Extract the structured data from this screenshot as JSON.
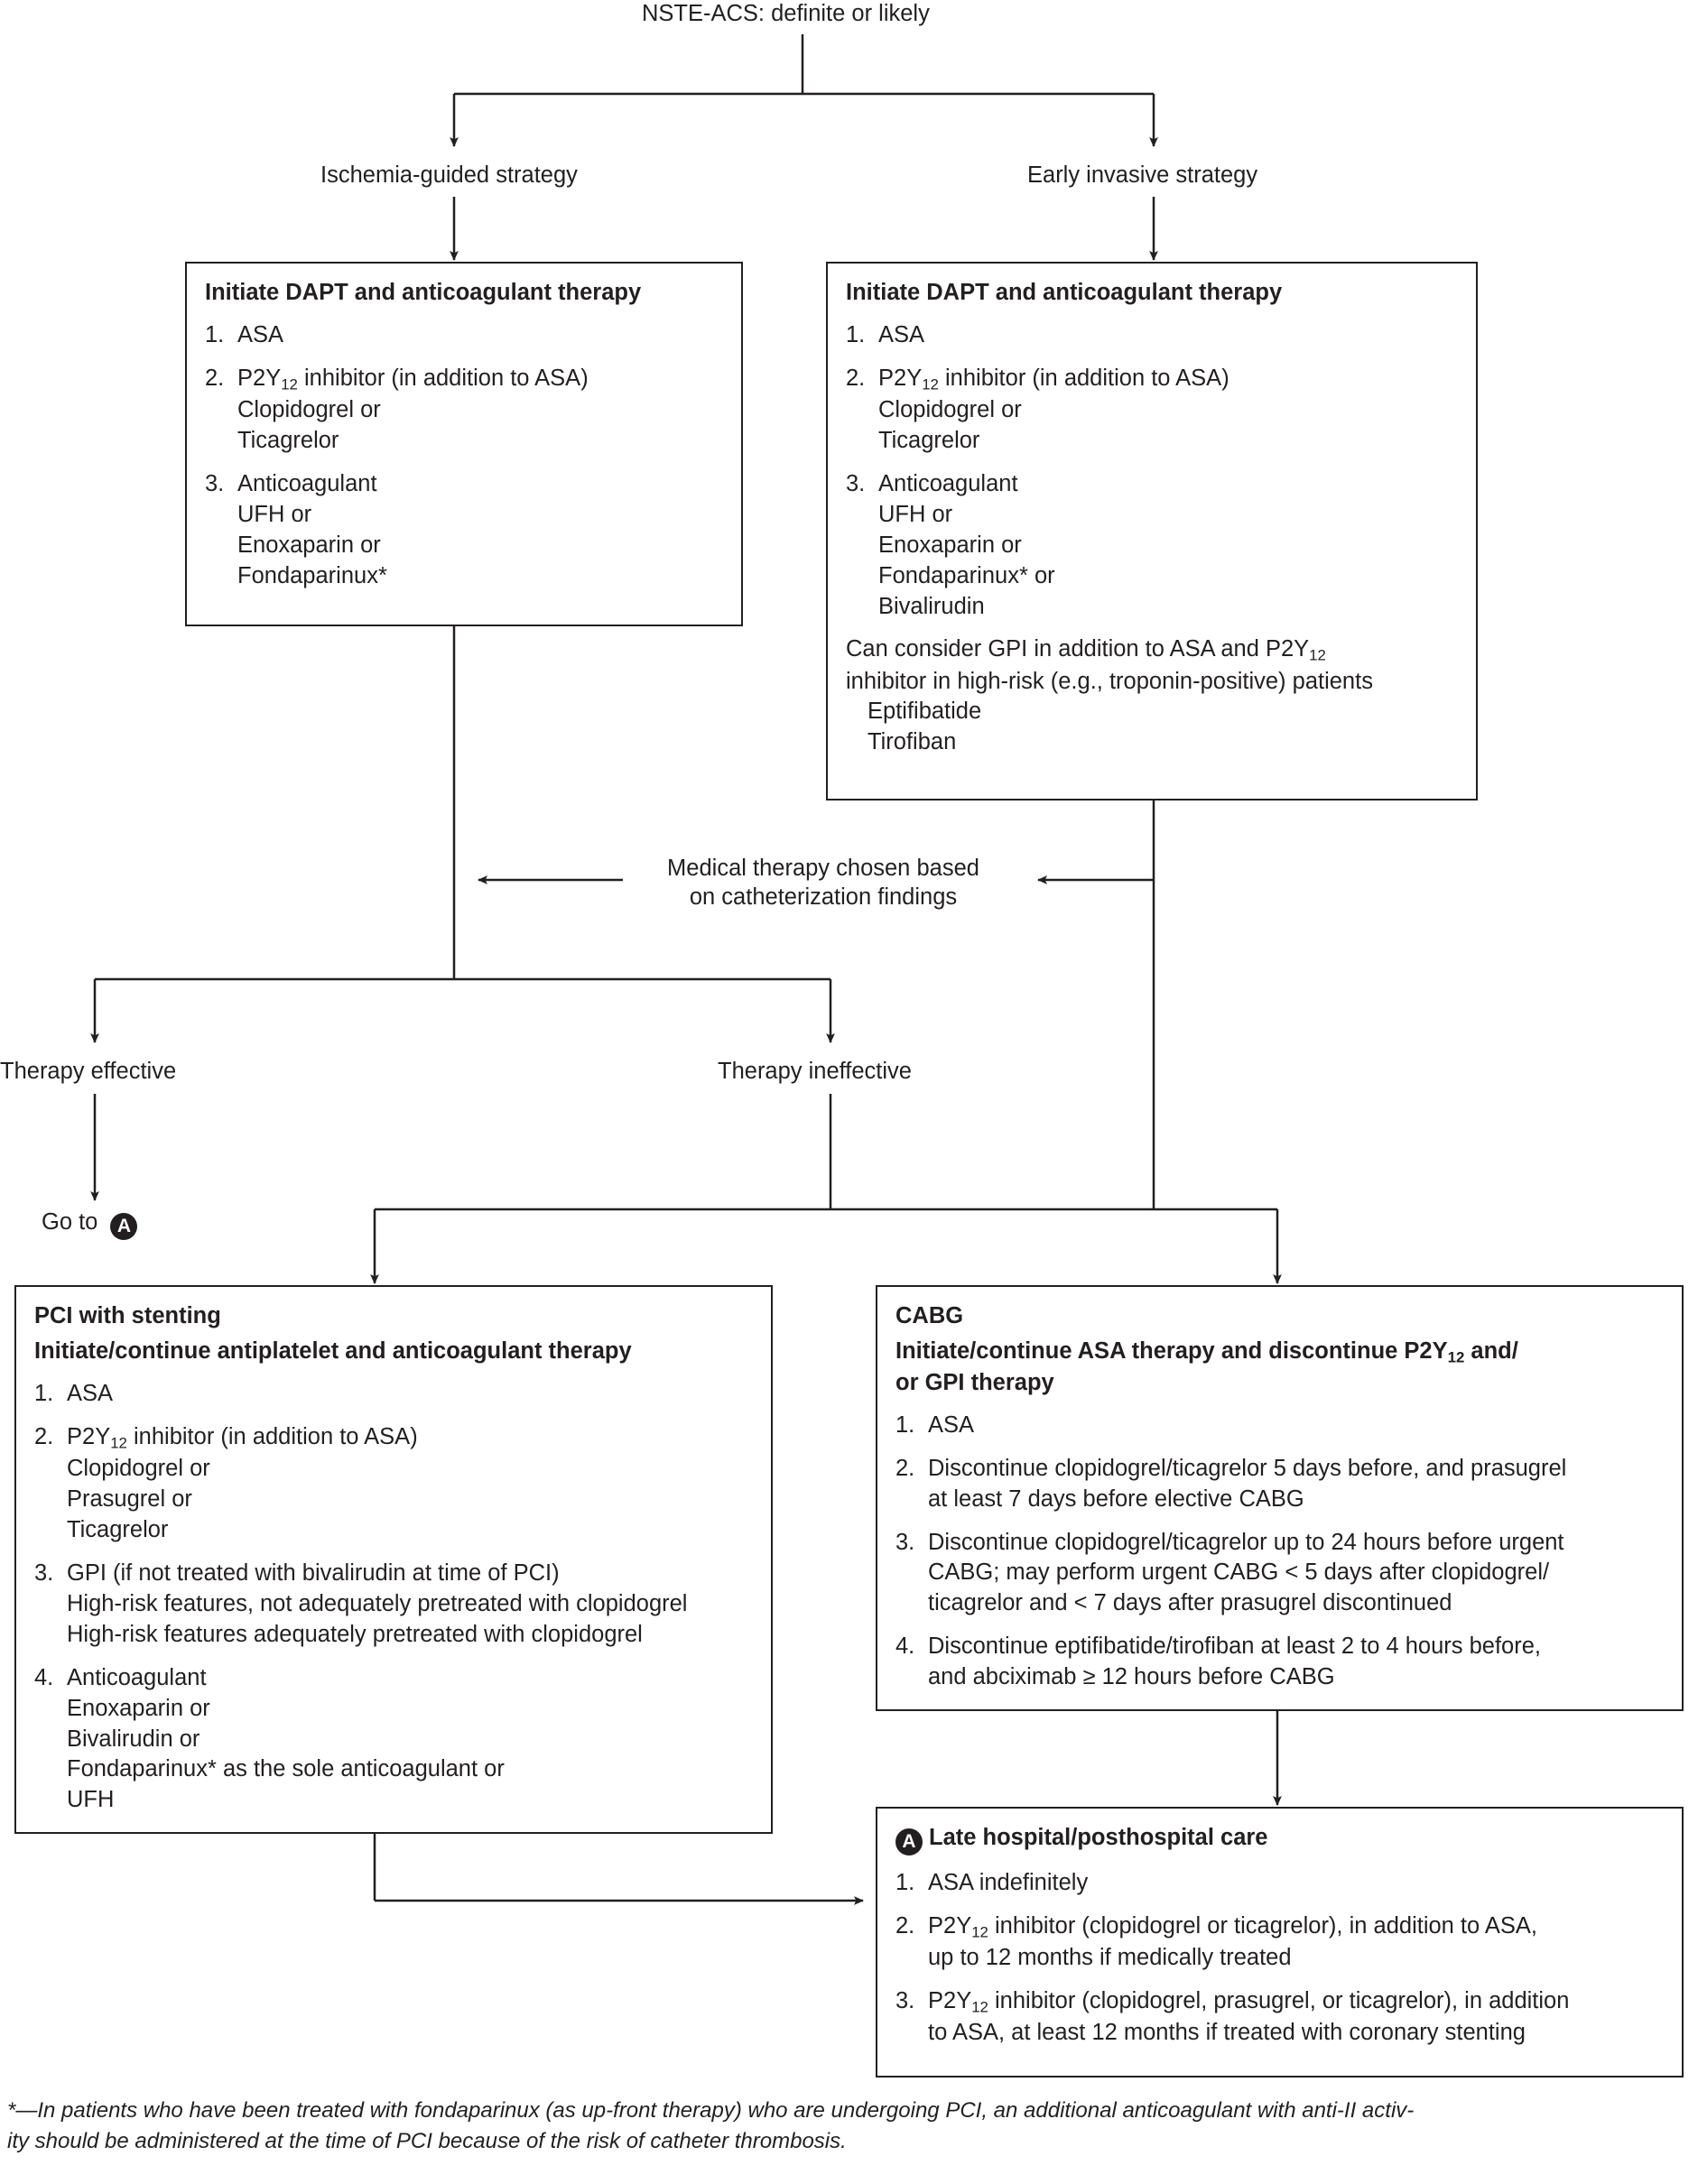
{
  "title": "NSTE-ACS: definite or likely",
  "branches": {
    "left_label": "Ischemia-guided strategy",
    "right_label": "Early invasive strategy"
  },
  "box_left": {
    "header": "Initiate DAPT and anticoagulant therapy",
    "items": [
      {
        "num": "1.",
        "text": "ASA",
        "subs": []
      },
      {
        "num": "2.",
        "text": "P2Y12 inhibitor (in addition to ASA)",
        "subs": [
          "Clopidogrel or",
          "Ticagrelor"
        ]
      },
      {
        "num": "3.",
        "text": "Anticoagulant",
        "subs": [
          "UFH or",
          "Enoxaparin or",
          "Fondaparinux*"
        ]
      }
    ]
  },
  "box_right": {
    "header": "Initiate DAPT and anticoagulant therapy",
    "items": [
      {
        "num": "1.",
        "text": "ASA",
        "subs": []
      },
      {
        "num": "2.",
        "text": "P2Y12 inhibitor (in addition to ASA)",
        "subs": [
          "Clopidogrel or",
          "Ticagrelor"
        ]
      },
      {
        "num": "3.",
        "text": "Anticoagulant",
        "subs": [
          "UFH or",
          "Enoxaparin or",
          "Fondaparinux* or",
          "Bivalirudin"
        ]
      }
    ],
    "note_line1": "Can consider GPI in addition to ASA and P2Y12",
    "note_line2": "inhibitor in high-risk (e.g., troponin-positive) patients",
    "note_subs": [
      "Eptifibatide",
      "Tirofiban"
    ]
  },
  "medical_therapy": {
    "line1": "Medical therapy chosen based",
    "line2": "on catheterization findings"
  },
  "outcomes": {
    "effective": "Therapy effective",
    "ineffective": "Therapy ineffective",
    "goto_prefix": "Go to",
    "goto_badge": "A"
  },
  "box_pci": {
    "header1": "PCI with stenting",
    "header2": "Initiate/continue antiplatelet and anticoagulant therapy",
    "items": [
      {
        "num": "1.",
        "text": "ASA",
        "subs": []
      },
      {
        "num": "2.",
        "text": "P2Y12 inhibitor (in addition to ASA)",
        "subs": [
          "Clopidogrel or",
          "Prasugrel or",
          "Ticagrelor"
        ]
      },
      {
        "num": "3.",
        "text": "GPI (if not treated with bivalirudin at time of PCI)",
        "subs": [
          "High-risk features, not adequately pretreated with clopidogrel",
          "High-risk features adequately pretreated with clopidogrel"
        ]
      },
      {
        "num": "4.",
        "text": "Anticoagulant",
        "subs": [
          "Enoxaparin or",
          "Bivalirudin or",
          "Fondaparinux* as the sole anticoagulant or",
          "UFH"
        ]
      }
    ]
  },
  "box_cabg": {
    "header1": "CABG",
    "header2_line1": "Initiate/continue ASA therapy and discontinue P2Y12 and/",
    "header2_line2": "or GPI therapy",
    "items": [
      {
        "num": "1.",
        "lines": [
          "ASA"
        ]
      },
      {
        "num": "2.",
        "lines": [
          "Discontinue clopidogrel/ticagrelor 5 days before, and prasugrel",
          "at least 7 days before elective CABG"
        ]
      },
      {
        "num": "3.",
        "lines": [
          "Discontinue clopidogrel/ticagrelor up to 24 hours before urgent",
          "CABG; may perform urgent CABG < 5 days after clopidogrel/",
          "ticagrelor and < 7 days after prasugrel discontinued"
        ]
      },
      {
        "num": "4.",
        "lines": [
          "Discontinue eptifibatide/tirofiban at least 2 to 4 hours before,",
          "and abciximab ≥ 12 hours before CABG"
        ]
      }
    ]
  },
  "box_late": {
    "badge": "A",
    "header": "Late hospital/posthospital care",
    "items": [
      {
        "num": "1.",
        "lines": [
          "ASA indefinitely"
        ]
      },
      {
        "num": "2.",
        "lines": [
          "P2Y12 inhibitor (clopidogrel or ticagrelor), in addition to ASA,",
          "up to 12 months if medically treated"
        ]
      },
      {
        "num": "3.",
        "lines": [
          "P2Y12 inhibitor (clopidogrel, prasugrel, or ticagrelor), in addition",
          "to ASA, at least 12 months if treated with coronary stenting"
        ]
      }
    ]
  },
  "footnote": {
    "line1": "*—In patients who have been treated with fondaparinux (as up-front therapy) who are undergoing PCI, an additional anticoagulant with anti-II activ-",
    "line2": "ity should be administered at the time of PCI because of the risk of catheter thrombosis."
  }
}
